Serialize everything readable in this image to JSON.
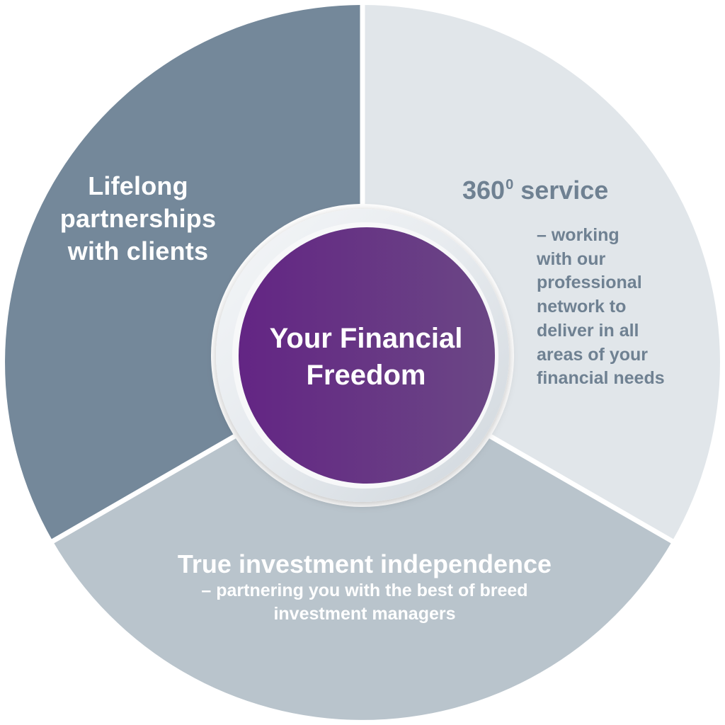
{
  "diagram": {
    "type": "three-segment circular wheel with central hub",
    "center": {
      "line1": "Your Financial",
      "line2": "Freedom"
    },
    "segments": [
      {
        "id": "left",
        "title_lines": [
          "Lifelong",
          "partnerships",
          "with clients"
        ],
        "title": "Lifelong partnerships with clients"
      },
      {
        "id": "right",
        "title_prefix": "360",
        "title_superscript": "0",
        "title_suffix": " service",
        "body_lines": [
          "– working",
          "with our",
          "professional",
          "network to",
          "deliver in all",
          "areas of your",
          "financial needs"
        ]
      },
      {
        "id": "bottom",
        "title": "True investment independence",
        "body_lines": [
          "– partnering you with the best of breed",
          "investment managers"
        ]
      }
    ]
  },
  "colors": {
    "segment_left": "#74889a",
    "segment_right": "#e1e6ea",
    "segment_bottom": "#b9c4cc",
    "divider": "#ffffff",
    "ring": "#eceff2",
    "hub_start": "#642684",
    "hub_end": "#6b4684",
    "text_dark": "#6f8192",
    "text_light": "#ffffff"
  }
}
